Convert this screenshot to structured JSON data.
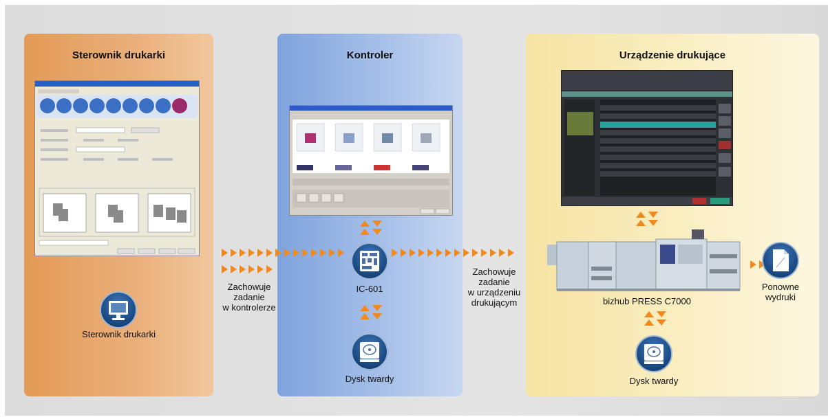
{
  "panels": {
    "driver_title": "Sterownik drukarki",
    "controller_title": "Kontroler",
    "device_title": "Urządzenie drukujące"
  },
  "nodes": {
    "driver_label": "Sterownik drukarki",
    "controller_label": "IC-601",
    "controller_hdd_label": "Dysk twardy",
    "device_label": "bizhub PRESS C7000",
    "device_hdd_label": "Dysk twardy",
    "reprint_label": [
      "Ponowne",
      "wydruki"
    ]
  },
  "flows": {
    "to_controller": [
      "Zachowuje",
      "zadanie",
      "w kontrolerze"
    ],
    "to_device": [
      "Zachowuje",
      "zadanie",
      "w urządzeniu",
      "drukującym"
    ]
  },
  "colors": {
    "arrow": "#f08a1e",
    "icon_dark": "#123d73",
    "icon_light": "#3e78b8"
  },
  "icons": {
    "driver": "monitor-icon",
    "controller": "controller-board-icon",
    "hdd": "hard-disk-icon",
    "reprint": "document-icon"
  }
}
